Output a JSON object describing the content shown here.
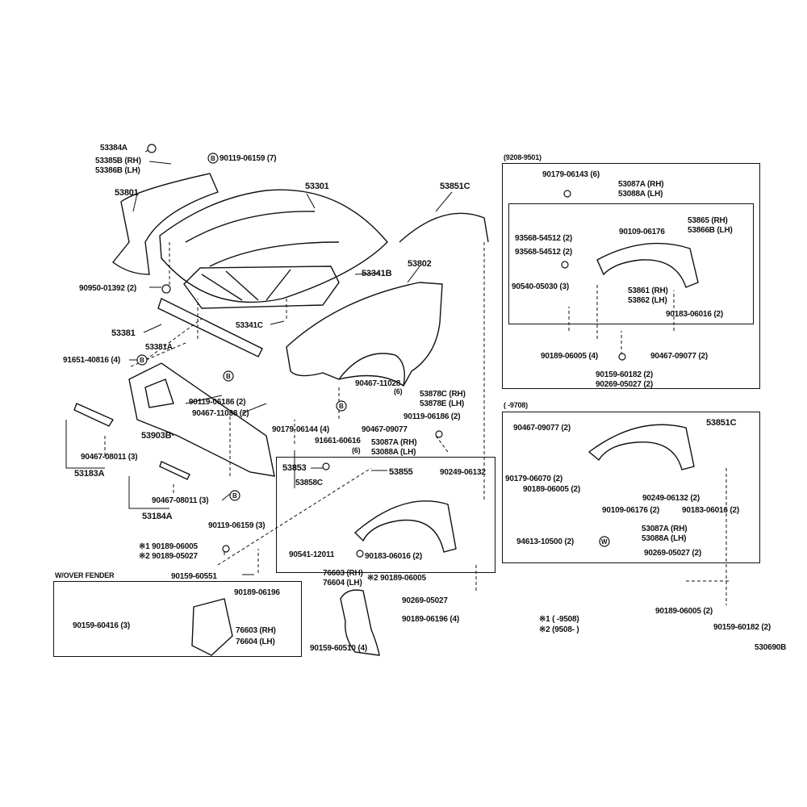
{
  "diagram_id": "530690B",
  "section_labels": {
    "upper_right": "(9208-9501)",
    "lower_right": "(      -9708)",
    "over_fender": "W/OVER FENDER"
  },
  "notes": {
    "note1": "※1 (      -9508)",
    "note2": "※2 (9508-      )"
  },
  "parts": {
    "p53384A": "53384A",
    "p53385B": "53385B (RH)",
    "p53386B": "53386B (LH)",
    "p90119_06159_7": "90119-06159 (7)",
    "p53301": "53301",
    "p53801": "53801",
    "p53851C_a": "53851C",
    "p53802": "53802",
    "p53341B": "53341B",
    "p90950": "90950-01392 (2)",
    "p53341C": "53341C",
    "p53381": "53381",
    "p53381A": "53381A",
    "p91651": "91651-40816 (4)",
    "p90119_06186_2a": "90119-06186 (2)",
    "p90467_11038": "90467-11038 (2)",
    "p90467_11028": "90467-11028",
    "p6a": "(6)",
    "p53878C": "53878C (RH)",
    "p53878E": "53878E (LH)",
    "p90119_06186_2b": "90119-06186 (2)",
    "p53903B": "53903B",
    "p90179_06144": "90179-06144 (4)",
    "p91661": "91661-60616",
    "p90467_09077a": "90467-09077",
    "p53087A_a": "53087A (RH)",
    "p53088A_a": "53088A (LH)",
    "p6b": "(6)",
    "p90467_08011_3a": "90467-08011 (3)",
    "p53183A": "53183A",
    "p53853": "53853",
    "p53855": "53855",
    "p53858C": "53858C",
    "p90249_06132a": "90249-06132",
    "p90467_08011_3b": "90467-08011 (3)",
    "p53184A": "53184A",
    "p90119_06159_3": "90119-06159 (3)",
    "p90541": "90541-12011",
    "p90183_06016_2a": "90183-06016 (2)",
    "p90189_06005_n1": "※1 90189-06005",
    "p90189_05027_n2": "※2 90189-05027",
    "p90159_60551": "90159-60551",
    "p76603a": "76603 (RH)",
    "p76604a": "76604 (LH)",
    "p90189_06005_n2b": "※2 90189-06005",
    "p90189_06196": "90189-06196",
    "p90269_05027a": "90269-05027",
    "p90159_60416": "90159-60416 (3)",
    "p76603b": "76603 (RH)",
    "p76604b": "76604 (LH)",
    "p90189_06196_4": "90189-06196 (4)",
    "p90159_60510": "90159-60510 (4)",
    "p90179_06143": "90179-06143 (6)",
    "p53087A_b": "53087A (RH)",
    "p53088A_b": "53088A (LH)",
    "p53865": "53865 (RH)",
    "p53866B": "53866B (LH)",
    "p93568_a": "93568-54512 (2)",
    "p90109_06176a": "90109-06176",
    "p93568_b": "93568-54512 (2)",
    "p90540": "90540-05030 (3)",
    "p53861": "53861 (RH)",
    "p53862": "53862 (LH)",
    "p90183_06016_2b": "90183-06016 (2)",
    "p90189_06005_4": "90189-06005 (4)",
    "p90467_09077_2a": "90467-09077 (2)",
    "p90159_60182_2a": "90159-60182 (2)",
    "p90269_05027_2a": "90269-05027 (2)",
    "p90467_09077_2b": "90467-09077 (2)",
    "p53851C_b": "53851C",
    "p90179_06070": "90179-06070 (2)",
    "p90189_06005_2": "90189-06005 (2)",
    "p90249_06132_2": "90249-06132 (2)",
    "p90109_06176_2": "90109-06176 (2)",
    "p90183_06016_2c": "90183-06016 (2)",
    "p94613": "94613-10500 (2)",
    "p53087A_c": "53087A (RH)",
    "p53088A_c": "53088A (LH)",
    "p90269_05027_2b": "90269-05027 (2)",
    "p90189_06005_2b": "90189-06005 (2)",
    "p90159_60182_2b": "90159-60182 (2)"
  },
  "markers": {
    "b": "B",
    "w": "W"
  }
}
